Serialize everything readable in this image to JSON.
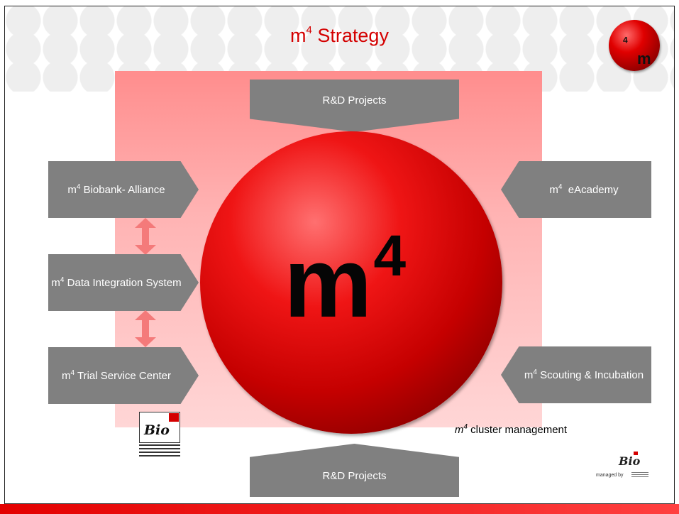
{
  "header": {
    "title_base": "m",
    "title_sup": "4",
    "title_rest": " Strategy"
  },
  "logo": {
    "base": "m",
    "sup": "4"
  },
  "center": {
    "base": "m",
    "sup": "4"
  },
  "boxes": {
    "rd_top": "R&D Projects",
    "rd_bottom": "R&D Projects",
    "biobank": {
      "base": "m",
      "sup": "4",
      "rest": " Biobank- Alliance"
    },
    "data_integration": {
      "base": "m",
      "sup": "4",
      "rest": " Data Integration System"
    },
    "trial_service": {
      "base": "m",
      "sup": "4",
      "rest": " Trial Service Center"
    },
    "eacademy": {
      "base": "m",
      "sup": "4",
      "rest": "  eAcademy"
    },
    "scouting": {
      "base": "m",
      "sup": "4",
      "rest": " Scouting & Incubation"
    }
  },
  "cluster_label": {
    "base": "m",
    "sup": "4",
    "rest": " cluster management"
  },
  "footer": {
    "managed_by": "managed by",
    "bio_logo_word": "Bio",
    "bio_left_word": "Bio"
  },
  "colors": {
    "accent": "#d40000",
    "box_gray": "#808080",
    "pink": "#ff9a9a",
    "arrow_pink": "#f47a7a"
  }
}
